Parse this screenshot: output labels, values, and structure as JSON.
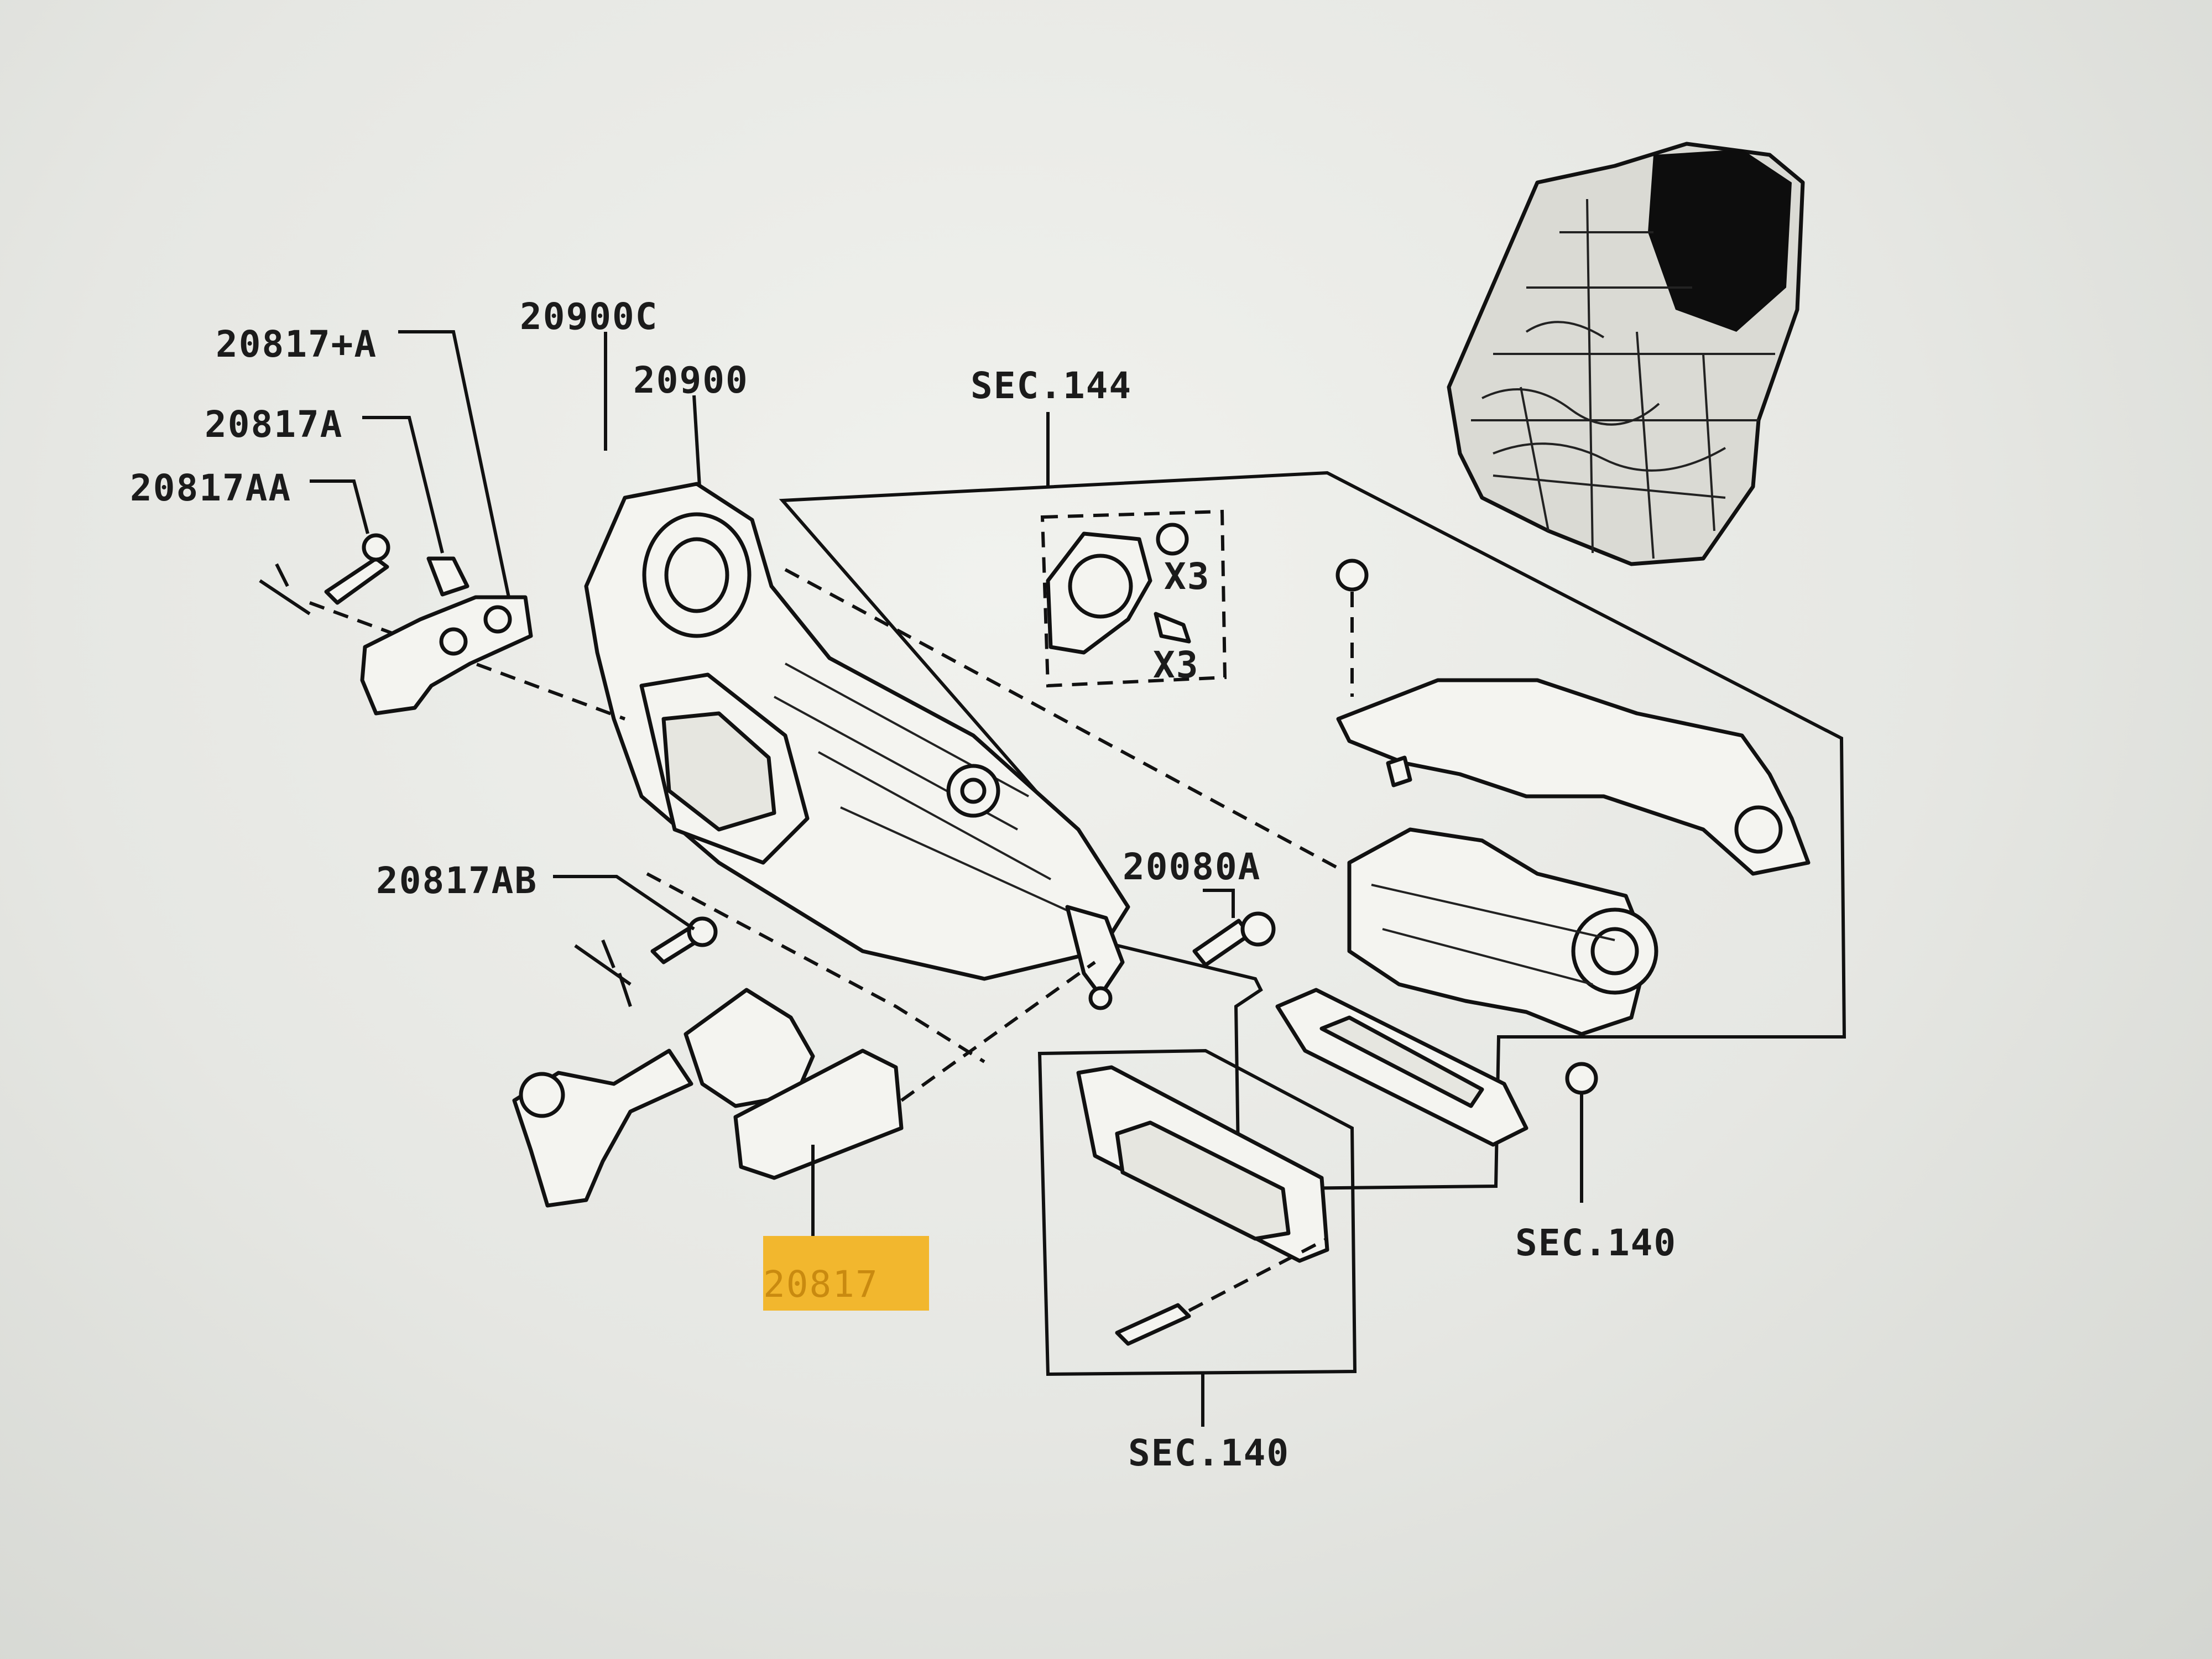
{
  "diagram": {
    "labels": {
      "l_20817_plus_a": "20817+A",
      "l_20817a": "20817A",
      "l_20817aa": "20817AA",
      "l_20900c": "20900C",
      "l_20900": "20900",
      "l_sec144": "SEC.144",
      "l_x3_top": "X3",
      "l_x3_bottom": "X3",
      "l_20817ab": "20817AB",
      "l_20080a": "20080A",
      "l_20817": "20817",
      "l_sec140_right": "SEC.140",
      "l_sec140_bottom": "SEC.140"
    },
    "highlight": {
      "label": "20817",
      "color": "#f2b72e"
    },
    "colors": {
      "background": "#e9eae6",
      "ink": "#111111"
    }
  }
}
